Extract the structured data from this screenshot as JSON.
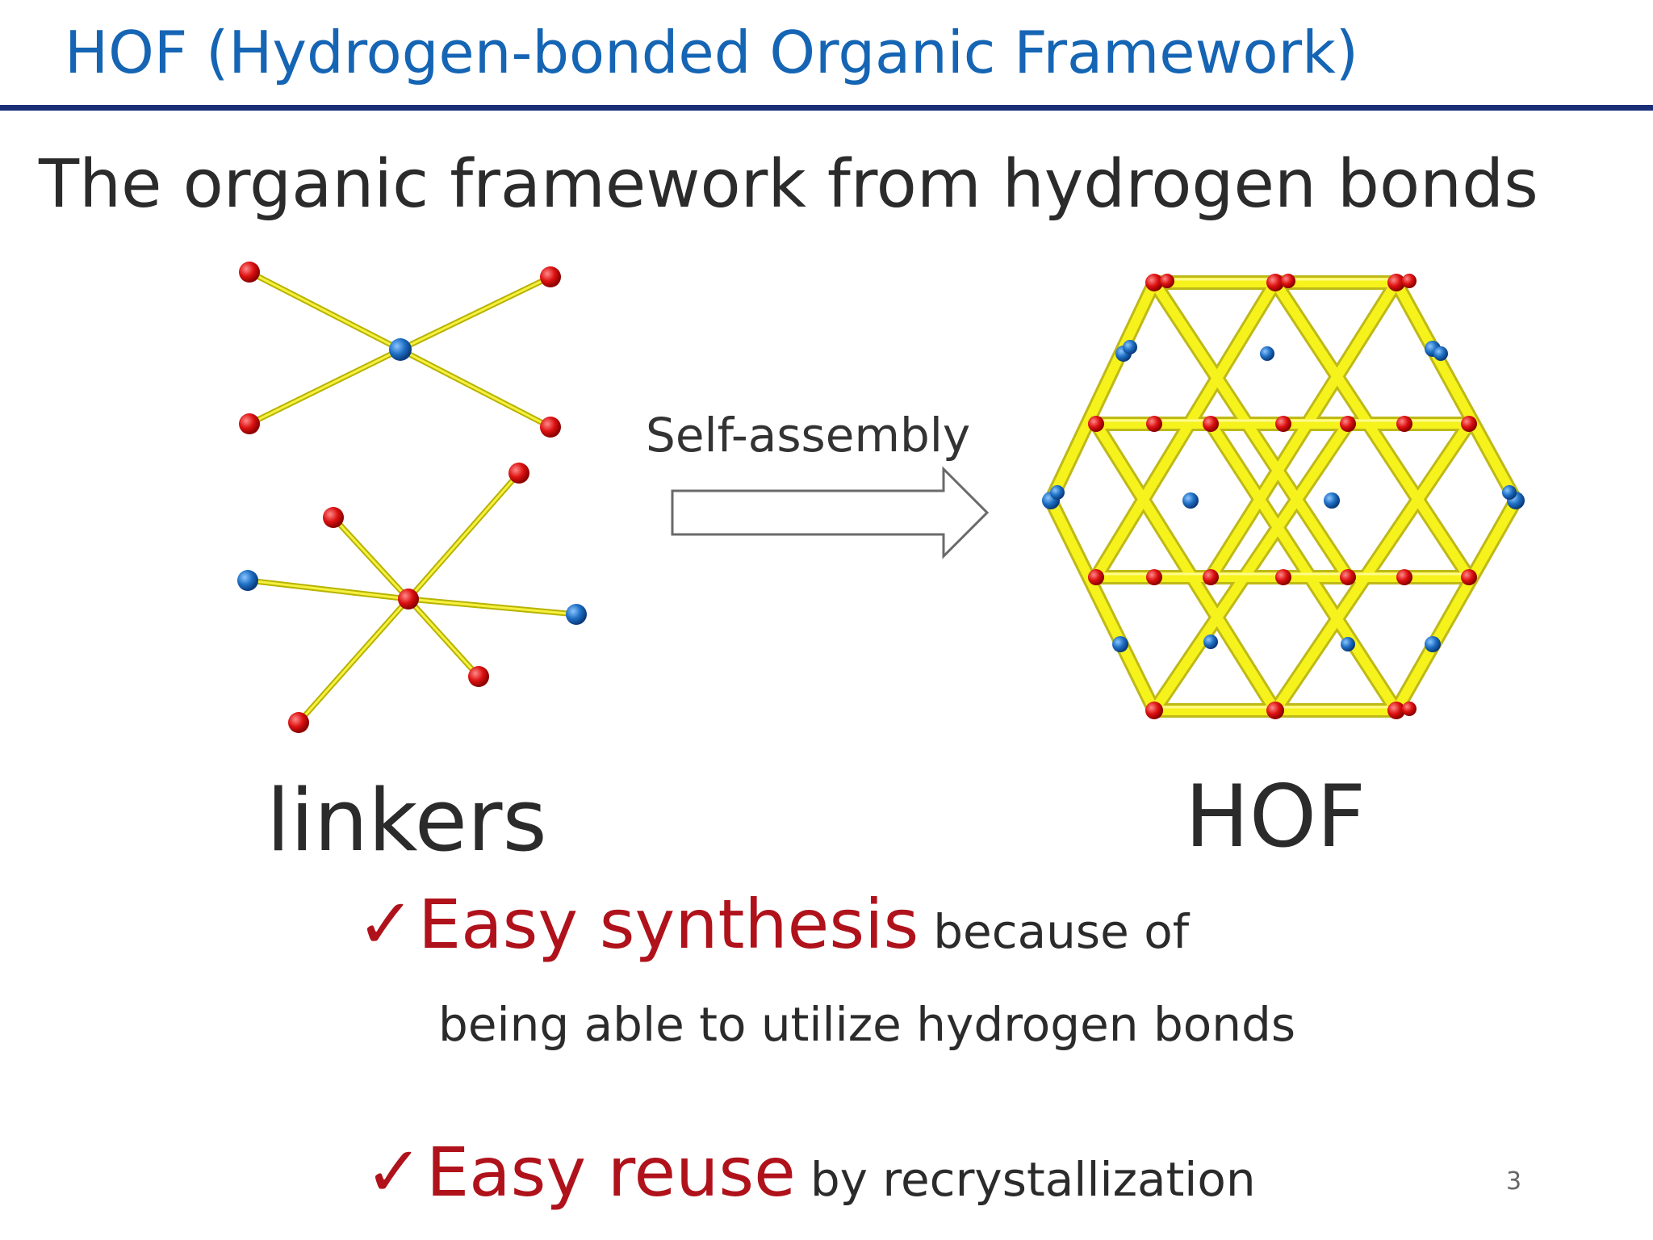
{
  "slide": {
    "title": "HOF (Hydrogen-bonded Organic Framework)",
    "subtitle": "The organic framework from hydrogen bonds",
    "arrow_label": "Self-assembly",
    "left_label": "linkers",
    "right_label": "HOF",
    "points": [
      {
        "check": "✓",
        "highlight": "Easy synthesis",
        "text": "because of",
        "continuation": "being able to utilize hydrogen bonds"
      },
      {
        "check": "✓",
        "highlight": "Easy reuse",
        "text": "by recrystallization"
      }
    ],
    "page_number": "3"
  },
  "colors": {
    "title": "#1565b4",
    "title_rule": "#1a2e78",
    "highlight": "#b0121b",
    "atom_red": "#dd1111",
    "atom_blue": "#1e6fc4",
    "bond_yellow": "#f2ee12",
    "bond_edge": "#b8b200"
  },
  "illustrations": {
    "linkers": "molecular linker diagrams",
    "framework": "hexagonal framework diagram"
  }
}
